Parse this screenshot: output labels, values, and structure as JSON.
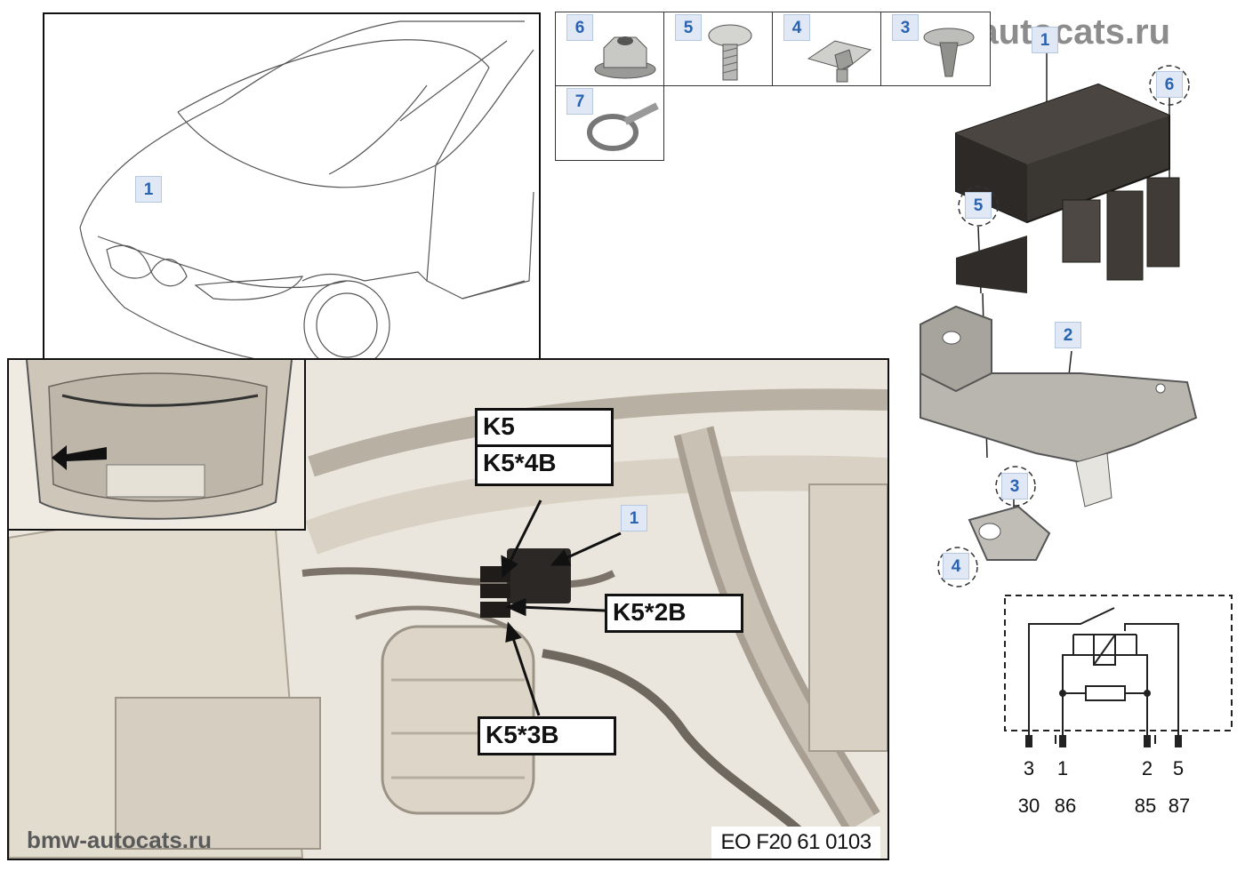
{
  "watermarks": {
    "top": "bmw-autocats.ru",
    "bottom": "bmw-autocats.ru"
  },
  "drawing_code": "EO F20 61 0103",
  "car_panel": {
    "callout": "1"
  },
  "engine_photo": {
    "callout": "1",
    "labels": {
      "k5": "K5",
      "k5_4b": "K5*4B",
      "k5_2b": "K5*2B",
      "k5_3b": "K5*3B"
    }
  },
  "parts_grid": [
    {
      "callout": "6",
      "part": "collar-nut-icon"
    },
    {
      "callout": "5",
      "part": "torx-screw-icon"
    },
    {
      "callout": "4",
      "part": "spring-nut-icon"
    },
    {
      "callout": "3",
      "part": "expanding-rivet-icon"
    },
    {
      "callout": "7",
      "part": "cable-strap-icon"
    }
  ],
  "exploded_callouts": {
    "relay": "1",
    "bracket": "2",
    "rivet": "3",
    "spring_nut": "4",
    "screw": "5",
    "nut": "6"
  },
  "schematic": {
    "pins_top": [
      "3",
      "1",
      "2",
      "5"
    ],
    "pins_bottom": [
      "30",
      "86",
      "85",
      "87"
    ]
  },
  "colors": {
    "callout_bg": "#dfe8f4",
    "callout_text": "#2a63b0",
    "photo_bg": "#ece8e0",
    "relay": "#3a3632"
  }
}
